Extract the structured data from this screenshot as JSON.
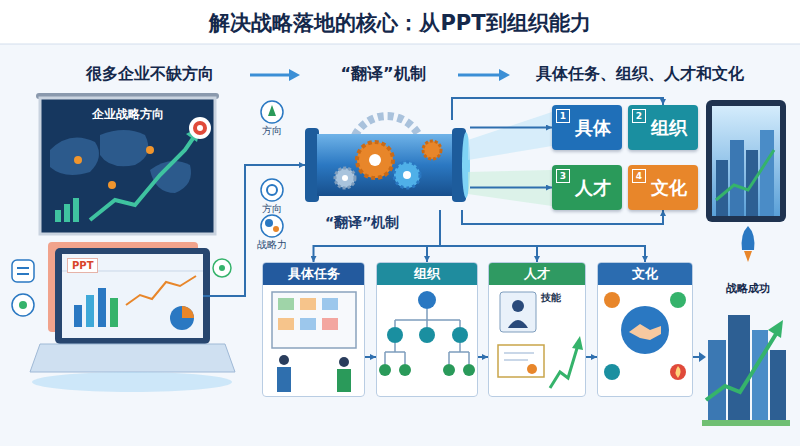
{
  "diagram": {
    "title": "解决战略落地的核心：从PPT到组织能力",
    "nodes": [
      {
        "text": [
          "企业战略方向"
        ]
      },
      {
        "text": [
          "“翻译”机制"
        ]
      },
      {
        "text": [
          "1",
          "具体"
        ]
      },
      {
        "text": [
          "2",
          "组织"
        ]
      },
      {
        "text": [
          "3",
          "人才"
        ]
      },
      {
        "text": [
          "4",
          "文化"
        ]
      },
      {
        "text": [
          "PPT"
        ]
      },
      {
        "text": [
          "具体任务"
        ]
      },
      {
        "text": [
          "组织"
        ]
      },
      {
        "text": [
          "人才",
          "技能"
        ]
      },
      {
        "text": [
          "文化"
        ]
      }
    ],
    "edges": [
      {
        "from": 1,
        "to": 2,
        "arrow": "to"
      },
      {
        "from": 1,
        "to": 3,
        "arrow": "to"
      },
      {
        "from": 1,
        "to": 4,
        "arrow": "to"
      },
      {
        "from": 1,
        "to": 5,
        "arrow": "to"
      },
      {
        "from": 6,
        "to": 1,
        "arrow": "to"
      },
      {
        "from": 1,
        "to": 7,
        "arrow": "to"
      },
      {
        "from": 1,
        "to": 8,
        "arrow": "to"
      },
      {
        "from": 1,
        "to": 9,
        "arrow": "to"
      },
      {
        "from": 1,
        "to": 10,
        "arrow": "to"
      },
      {
        "from": 7,
        "to": 8,
        "arrow": "to"
      },
      {
        "from": 8,
        "to": 9,
        "arrow": "to"
      },
      {
        "from": 9,
        "to": 10,
        "arrow": "to"
      }
    ],
    "labels": [
      "很多企业不缺方向",
      "“翻译”机制",
      "具体任务、组织、人才和文化",
      "方向",
      "方向",
      "战略力",
      "战略成功"
    ]
  }
}
